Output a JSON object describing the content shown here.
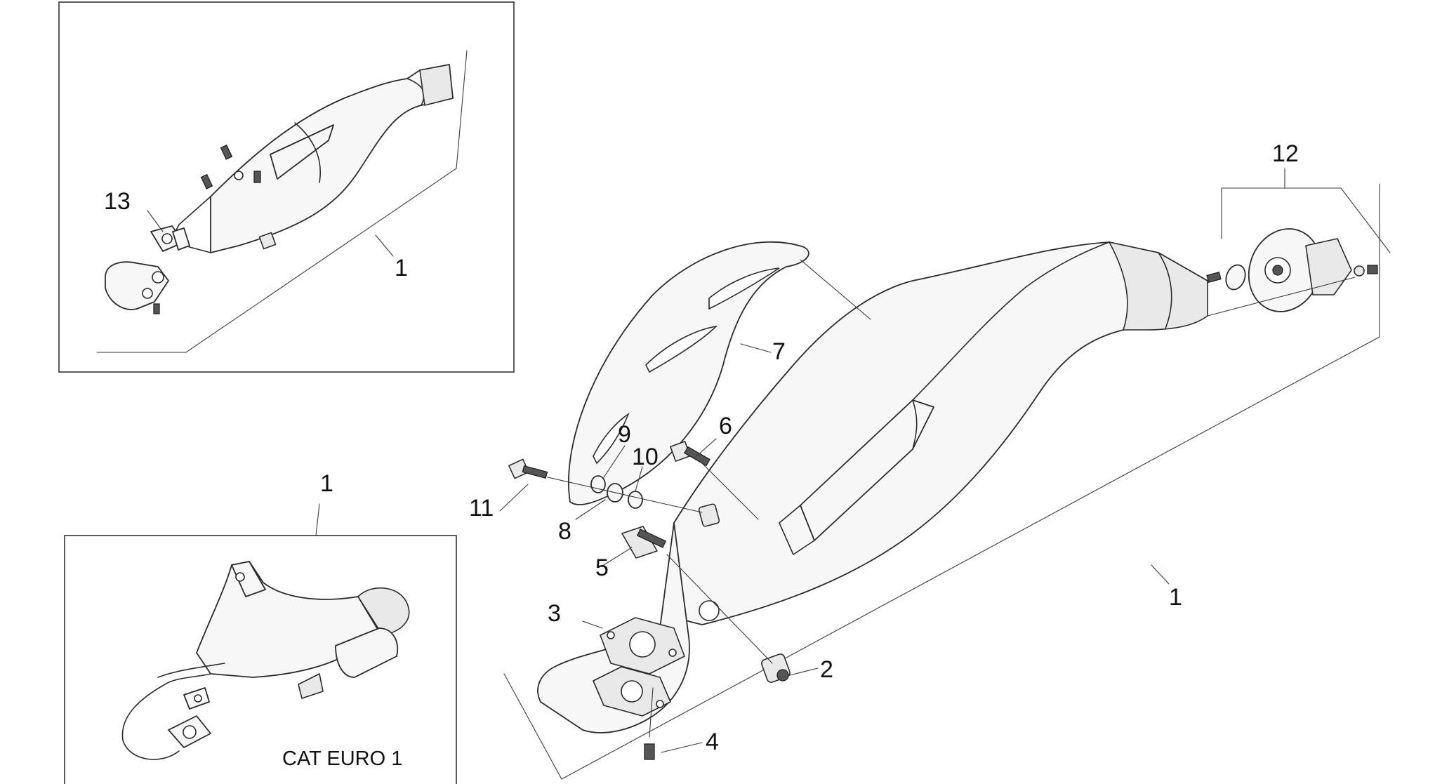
{
  "diagram": {
    "callouts": {
      "c1_main": "1",
      "c1_top": "1",
      "c1_cat": "1",
      "c2": "2",
      "c3": "3",
      "c4": "4",
      "c5": "5",
      "c6": "6",
      "c7": "7",
      "c8": "8",
      "c9": "9",
      "c10": "10",
      "c11": "11",
      "c12": "12",
      "c13": "13"
    },
    "cat_label": "CAT EURO 1"
  }
}
